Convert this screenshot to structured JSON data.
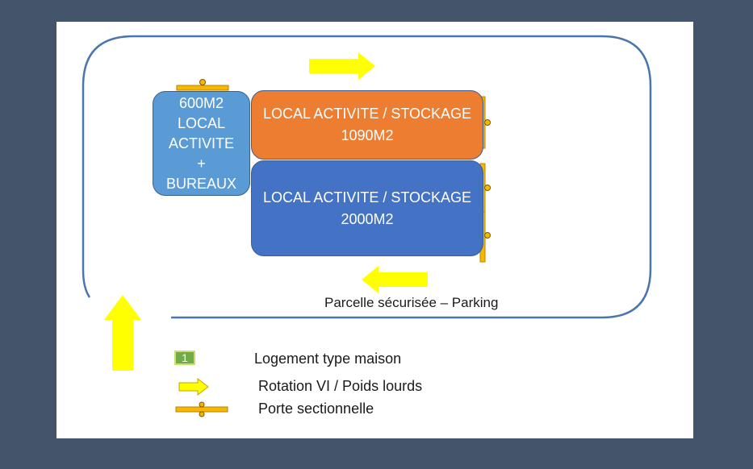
{
  "buildings": {
    "offices": {
      "label": "600M2\nLOCAL\nACTIVITE\n+\nBUREAUX",
      "color": "#5b9bd5"
    },
    "storage_1090": {
      "label": "LOCAL ACTIVITE / STOCKAGE\n1090M2",
      "color": "#ed7d31"
    },
    "storage_2000": {
      "label": "LOCAL ACTIVITE / STOCKAGE\n2000M2",
      "color": "#4472c4"
    }
  },
  "parcel": {
    "label": "Parcelle sécurisée – Parking",
    "border_color": "#4a76b0"
  },
  "legend": {
    "house": {
      "badge": "1",
      "label": "Logement type maison"
    },
    "rotation": {
      "label": "Rotation VI / Poids lourds"
    },
    "door": {
      "label": "Porte sectionnelle"
    }
  },
  "colors": {
    "arrow": "#ffff00",
    "door": "#f5b700",
    "background": "#44546a"
  }
}
